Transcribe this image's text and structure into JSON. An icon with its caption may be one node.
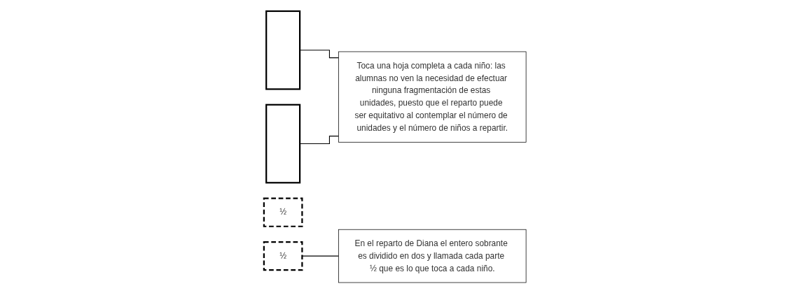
{
  "diagram": {
    "nodes": [
      {
        "text": [],
        "shape": "box"
      },
      {
        "text": [],
        "shape": "box"
      },
      {
        "text": [
          "½"
        ]
      },
      {
        "text": [
          "½"
        ]
      },
      {
        "text": [
          "Toca una hoja completa a cada niño: las alumnas no ven la necesidad de efectuar ninguna fragmentación de estas unidades, puesto que el reparto puede ser equitativo al contemplar el número de unidades y el número de niños a repartir."
        ]
      },
      {
        "text": [
          "En el reparto de Diana el entero sobrante es dividido en dos y llamada cada parte ½ que es lo que toca a cada niño."
        ]
      }
    ],
    "edges": [
      {
        "from": 0,
        "to": 4,
        "arrow": "none"
      },
      {
        "from": 1,
        "to": 4,
        "arrow": "none"
      },
      {
        "from": 3,
        "to": 5,
        "arrow": "none"
      }
    ]
  }
}
